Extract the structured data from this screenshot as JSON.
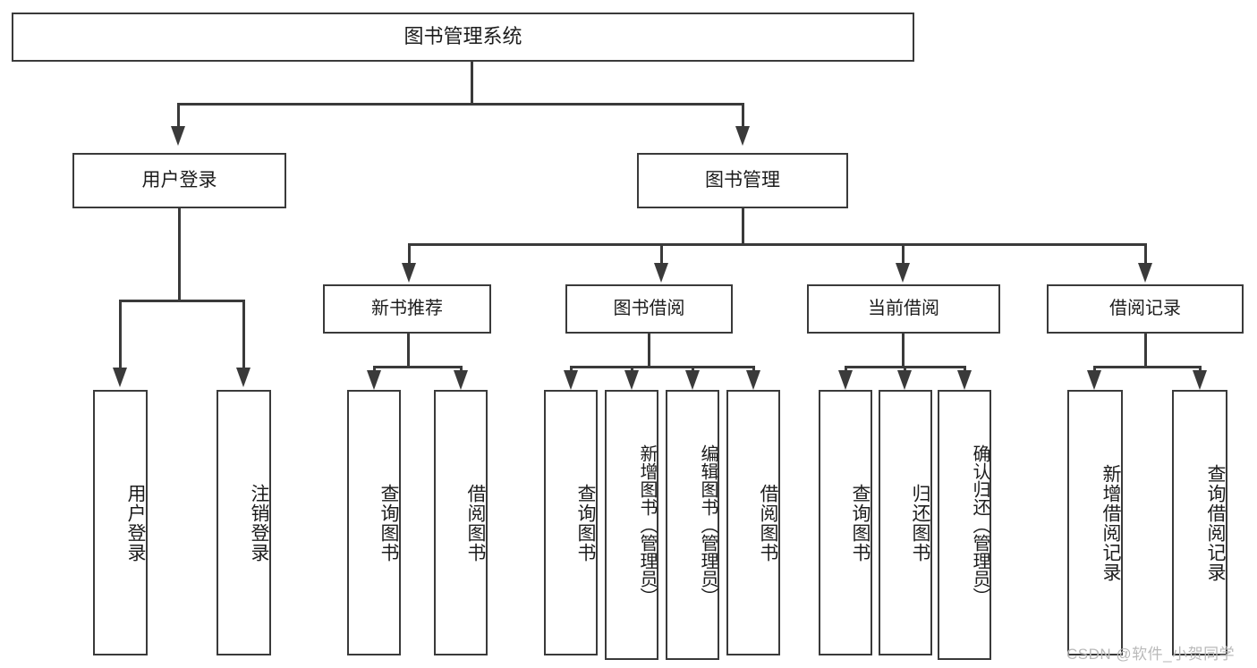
{
  "diagram": {
    "title": "图书管理系统",
    "type": "hierarchy-tree",
    "root": {
      "id": "root",
      "label": "图书管理系统"
    },
    "level1": [
      {
        "id": "user-login",
        "label": "用户登录"
      },
      {
        "id": "book-management",
        "label": "图书管理"
      }
    ],
    "level2": [
      {
        "id": "new-book-recommend",
        "label": "新书推荐"
      },
      {
        "id": "book-borrow",
        "label": "图书借阅"
      },
      {
        "id": "current-borrow",
        "label": "当前借阅"
      },
      {
        "id": "borrow-record",
        "label": "借阅记录"
      }
    ],
    "leaves": {
      "user_login": [
        {
          "id": "leaf-user-login",
          "label": "用户登录"
        },
        {
          "id": "leaf-logout-login",
          "label": "注销登录"
        }
      ],
      "new_book_recommend": [
        {
          "id": "leaf-query-book-1",
          "label": "查询图书"
        },
        {
          "id": "leaf-borrow-book-1",
          "label": "借阅图书"
        }
      ],
      "book_borrow": [
        {
          "id": "leaf-query-book-2",
          "label": "查询图书"
        },
        {
          "id": "leaf-add-book-admin",
          "label": "新增图书（管理员）"
        },
        {
          "id": "leaf-edit-book-admin",
          "label": "编辑图书（管理员）"
        },
        {
          "id": "leaf-borrow-book-2",
          "label": "借阅图书"
        }
      ],
      "current_borrow": [
        {
          "id": "leaf-query-book-3",
          "label": "查询图书"
        },
        {
          "id": "leaf-return-book",
          "label": "归还图书"
        },
        {
          "id": "leaf-confirm-return-admin",
          "label": "确认归还（管理员）"
        }
      ],
      "borrow_record": [
        {
          "id": "leaf-add-borrow-record",
          "label": "新增借阅记录"
        },
        {
          "id": "leaf-query-borrow-record",
          "label": "查询借阅记录"
        }
      ]
    }
  },
  "watermark": {
    "text": "CSDN @软件_小贺同学"
  },
  "colors": {
    "stroke": "#3a3a3a",
    "text": "#1c1c1c",
    "background": "#ffffff",
    "watermark": "#b9b9b9"
  }
}
